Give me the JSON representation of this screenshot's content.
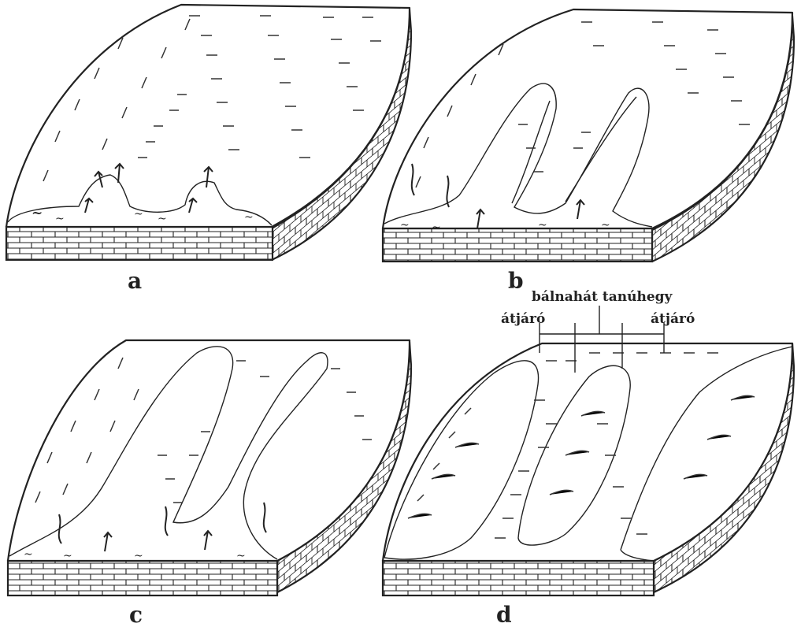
{
  "panels": {
    "a": {
      "label": "a"
    },
    "b": {
      "label": "b"
    },
    "c": {
      "label": "c"
    },
    "d": {
      "label": "d"
    }
  },
  "annotations": {
    "ridge": "bálnahát tanúhegy",
    "pass_left": "átjáró",
    "pass_right": "átjáró"
  },
  "colors": {
    "ink": "#222222",
    "paper": "#ffffff"
  }
}
